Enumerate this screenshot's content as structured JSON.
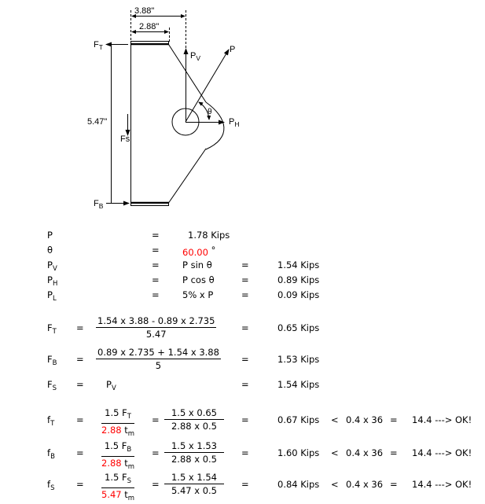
{
  "diagram": {
    "dim_top": "3.88\"",
    "dim_inner": "2.88\"",
    "dim_height": "5.47\"",
    "labels": {
      "FT": {
        "main": "F",
        "sub": "T"
      },
      "FB": {
        "main": "F",
        "sub": "B"
      },
      "Fs": "Fs",
      "PV": {
        "main": "P",
        "sub": "V"
      },
      "PH": {
        "main": "P",
        "sub": "H"
      },
      "P": "P",
      "theta": "θ"
    }
  },
  "inputs": [
    {
      "sym": "P",
      "sub": "",
      "eq": "=",
      "value": "1.78",
      "unit": "Kips",
      "value_color": "#000000"
    },
    {
      "sym": "θ",
      "sub": "",
      "eq": "=",
      "value": "60.00",
      "unit": "°",
      "value_color": "#ff0000"
    }
  ],
  "components": [
    {
      "sym": "P",
      "sub": "V",
      "eq": "=",
      "expr": "P sin θ",
      "eq2": "=",
      "result": "1.54 Kips"
    },
    {
      "sym": "P",
      "sub": "H",
      "eq": "=",
      "expr": "P cos θ",
      "eq2": "=",
      "result": "0.89 Kips"
    },
    {
      "sym": "P",
      "sub": "L",
      "eq": "=",
      "expr": "5% x P",
      "eq2": "=",
      "result": "0.09 Kips"
    }
  ],
  "forces": [
    {
      "sym": "F",
      "sub": "T",
      "eq": "=",
      "num": "1.54 x 3.88 - 0.89 x 2.735",
      "den": "5.47",
      "eq2": "=",
      "result": "0.65 Kips"
    },
    {
      "sym": "F",
      "sub": "B",
      "eq": "=",
      "num": "0.89 x 2.735 + 1.54 x 3.88",
      "den": "5",
      "eq2": "=",
      "result": "1.53 Kips"
    },
    {
      "sym": "F",
      "sub": "S",
      "eq": "=",
      "expr_main": "P",
      "expr_sub": "V",
      "eq2": "=",
      "result": "1.54 Kips"
    }
  ],
  "stresses": [
    {
      "sym": "f",
      "sub": "T",
      "eq": "=",
      "num_main": "1.5 F",
      "num_sub": "T",
      "den_red": "2.88",
      "den_main": "t",
      "den_sub": "m",
      "eq2": "=",
      "num2": "1.5 x 0.65",
      "den2": "2.88 x 0.5",
      "eq3": "=",
      "result": "0.67 Kips",
      "lt": "<",
      "allow": "0.4 x 36",
      "eq4": "=",
      "allow_val": "14.4",
      "check": "---> OK!"
    },
    {
      "sym": "f",
      "sub": "B",
      "eq": "=",
      "num_main": "1.5 F",
      "num_sub": "B",
      "den_red": "2.88",
      "den_main": "t",
      "den_sub": "m",
      "eq2": "=",
      "num2": "1.5 x 1.53",
      "den2": "2.88 x 0.5",
      "eq3": "=",
      "result": "1.60 Kips",
      "lt": "<",
      "allow": "0.4 x 36",
      "eq4": "=",
      "allow_val": "14.4",
      "check": "---> OK!"
    },
    {
      "sym": "f",
      "sub": "S",
      "eq": "=",
      "num_main": "1.5 F",
      "num_sub": "S",
      "den_red": "5.47",
      "den_main": "t",
      "den_sub": "m",
      "eq2": "=",
      "num2": "1.5 x 1.54",
      "den2": "5.47 x 0.5",
      "eq3": "=",
      "result": "0.84 Kips",
      "lt": "<",
      "allow": "0.4 x 36",
      "eq4": "=",
      "allow_val": "14.4",
      "check": "---> OK!"
    }
  ],
  "colors": {
    "accent_red": "#ff0000",
    "text": "#000000"
  }
}
